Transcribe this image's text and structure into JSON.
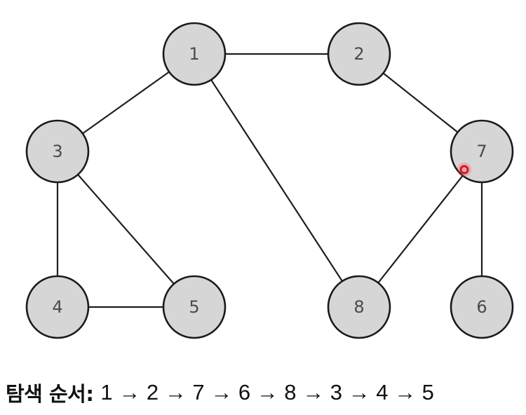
{
  "graph": {
    "nodes": [
      {
        "id": "1",
        "label": "1"
      },
      {
        "id": "2",
        "label": "2"
      },
      {
        "id": "3",
        "label": "3"
      },
      {
        "id": "7",
        "label": "7"
      },
      {
        "id": "4",
        "label": "4"
      },
      {
        "id": "5",
        "label": "5"
      },
      {
        "id": "8",
        "label": "8"
      },
      {
        "id": "6",
        "label": "6"
      }
    ],
    "edges": [
      [
        "1",
        "2"
      ],
      [
        "1",
        "3"
      ],
      [
        "1",
        "8"
      ],
      [
        "2",
        "7"
      ],
      [
        "7",
        "6"
      ],
      [
        "7",
        "8"
      ],
      [
        "3",
        "4"
      ],
      [
        "3",
        "5"
      ],
      [
        "4",
        "5"
      ]
    ],
    "colors": {
      "node_fill": "#d6d6d6",
      "node_stroke": "#1a1a1a",
      "edge": "#1e1e1e",
      "cursor": "#e0141e"
    }
  },
  "caption": {
    "label": "탐색 순서:",
    "order": "1 → 2 → 7 → 6 → 8 → 3 → 4 → 5"
  }
}
